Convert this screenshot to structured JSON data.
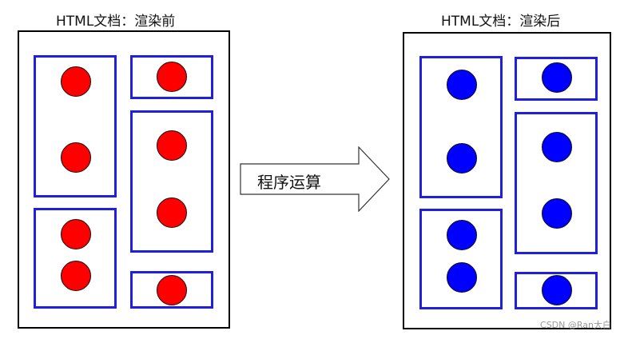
{
  "titles": {
    "before": "HTML文档：渲染前",
    "after": "HTML文档：渲染后"
  },
  "arrow_label": "程序运算",
  "watermark": "CSDN @Ran大白",
  "colors": {
    "before_dot": "#ff0000",
    "after_dot": "#0000ff",
    "box_border": "#1f1fe0"
  }
}
